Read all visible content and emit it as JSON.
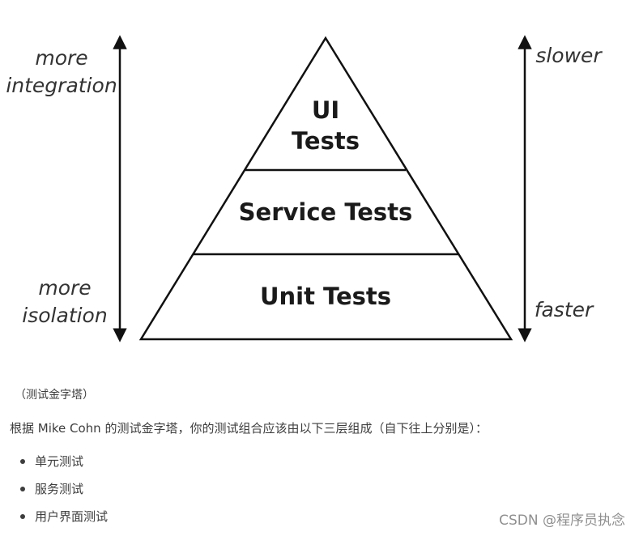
{
  "diagram": {
    "left_axis": {
      "top_label": [
        "more",
        "integration"
      ],
      "bottom_label": [
        "more",
        "isolation"
      ]
    },
    "right_axis": {
      "top_label": "slower",
      "bottom_label": "faster"
    },
    "layers": {
      "top": [
        "UI",
        "Tests"
      ],
      "middle": "Service Tests",
      "bottom": "Unit Tests"
    },
    "colors": {
      "line": "#111111",
      "text": "#1a1a1a"
    }
  },
  "caption": "（测试金字塔）",
  "intro": "根据 Mike Cohn 的测试金字塔，你的测试组合应该由以下三层组成（自下往上分别是）：",
  "list": [
    "单元测试",
    "服务测试",
    "用户界面测试"
  ],
  "watermark": "CSDN @程序员执念"
}
